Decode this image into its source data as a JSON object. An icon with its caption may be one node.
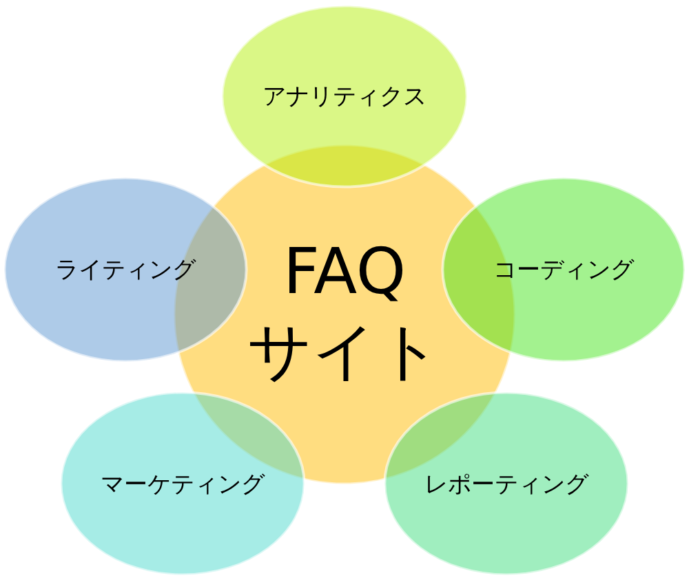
{
  "diagram": {
    "nodes": [
      {
        "text": [
          "FAQサイト"
        ]
      },
      {
        "text": [
          "アナリティクス"
        ]
      },
      {
        "text": [
          "ライティング"
        ]
      },
      {
        "text": [
          "コーディング"
        ]
      },
      {
        "text": [
          "マーケティング"
        ]
      },
      {
        "text": [
          "レポーティング"
        ]
      }
    ]
  }
}
